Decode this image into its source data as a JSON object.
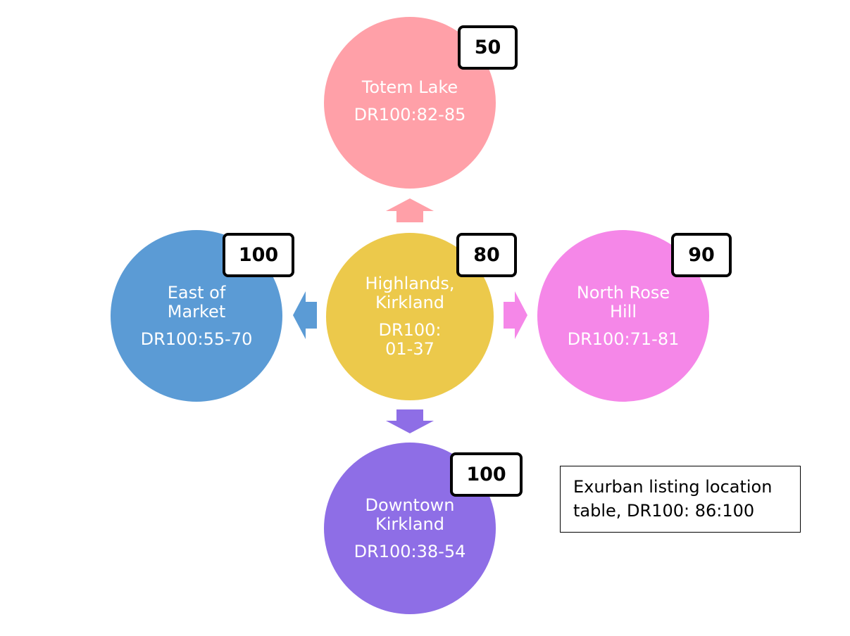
{
  "colors": {
    "center": "#ECC94B",
    "north": "#FFA0A8",
    "east": "#F587E8",
    "south": "#8E6EE6",
    "west": "#5B9BD5",
    "badge_border": "#000000",
    "node_text": "#FFFFFF"
  },
  "nodes": {
    "center": {
      "name": "Highlands,\nKirkland",
      "code": "DR100:\n01-37",
      "badge": "80"
    },
    "north": {
      "name": "Totem Lake",
      "code": "DR100:82-85",
      "badge": "50"
    },
    "east": {
      "name": "North Rose\nHill",
      "code": "DR100:71-81",
      "badge": "90"
    },
    "south": {
      "name": "Downtown\nKirkland",
      "code": "DR100:38-54",
      "badge": "100"
    },
    "west": {
      "name": "East of\nMarket",
      "code": "DR100:55-70",
      "badge": "100"
    }
  },
  "note": "Exurban listing location\ntable, DR100: 86:100"
}
